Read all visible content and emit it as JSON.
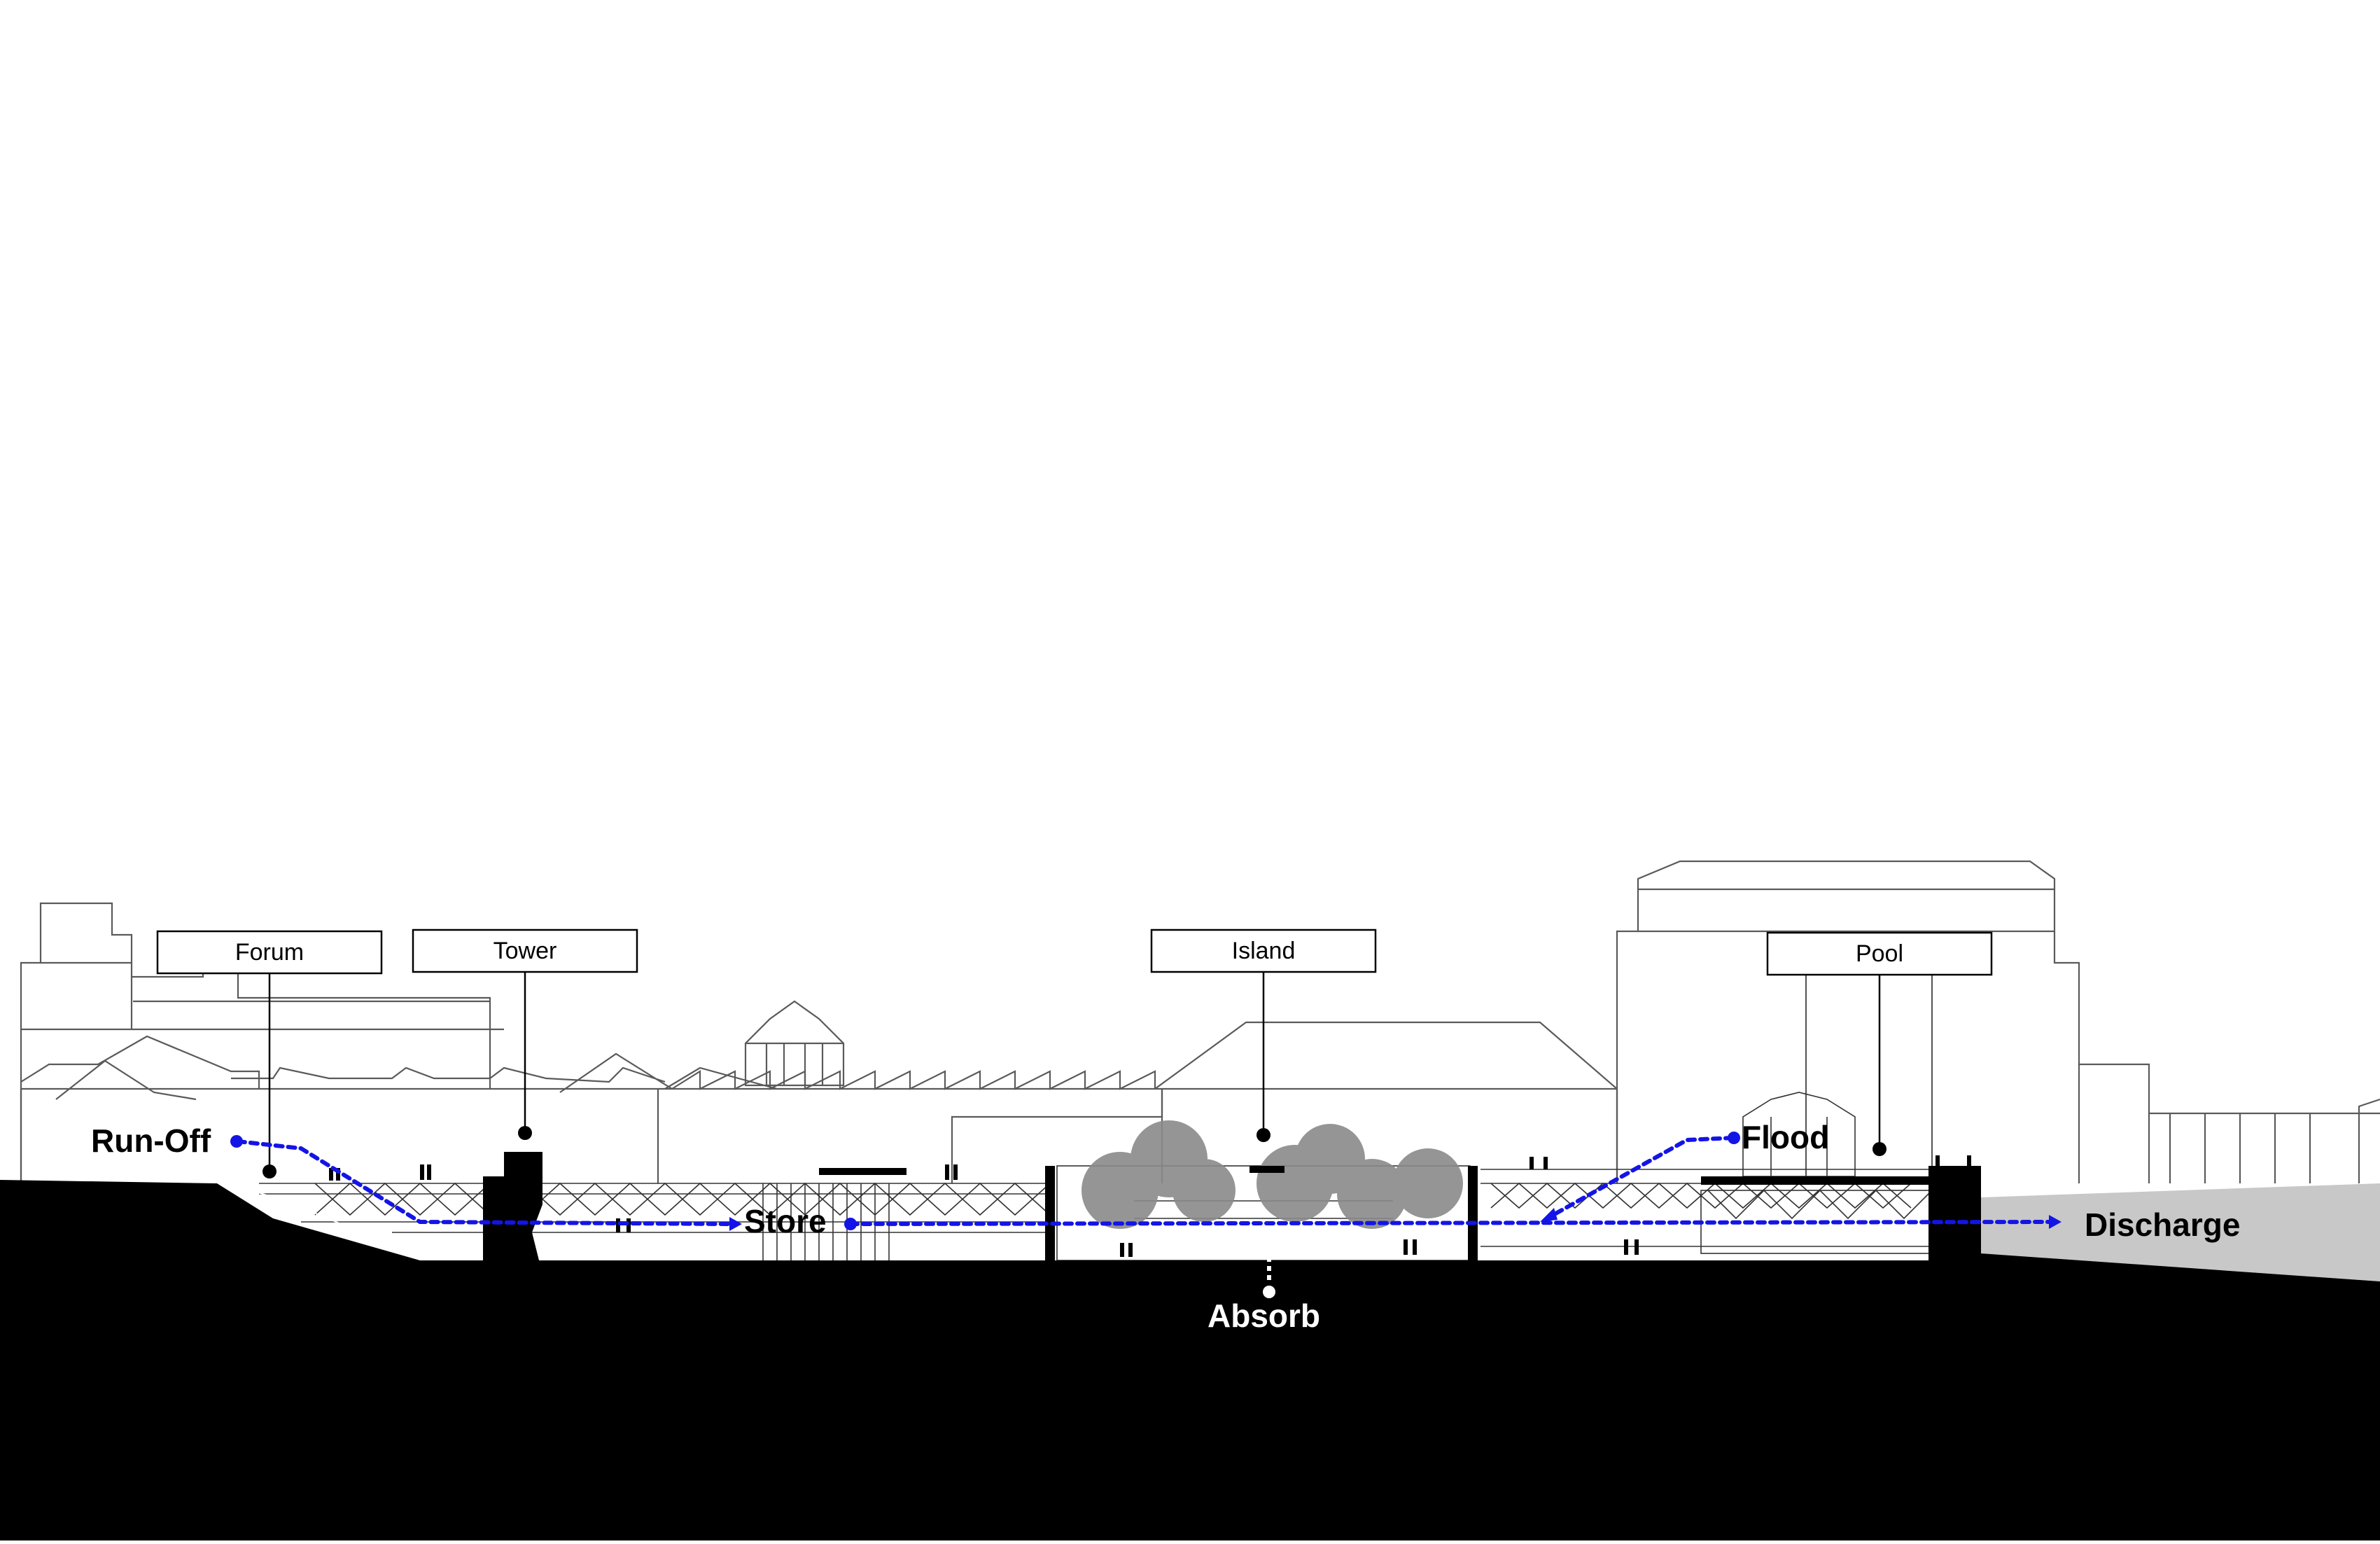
{
  "zones": {
    "forum": "Forum",
    "tower": "Tower",
    "island": "Island",
    "pool": "Pool"
  },
  "water_flow": {
    "runoff": "Run-Off",
    "store": "Store",
    "absorb": "Absorb",
    "flood": "Flood",
    "discharge": "Discharge"
  },
  "colors": {
    "flow_line": "#1414e6",
    "ground": "#000000",
    "water": "#c8c8c8",
    "trees": "#8a8a8a",
    "linework": "#5a5a5a"
  }
}
